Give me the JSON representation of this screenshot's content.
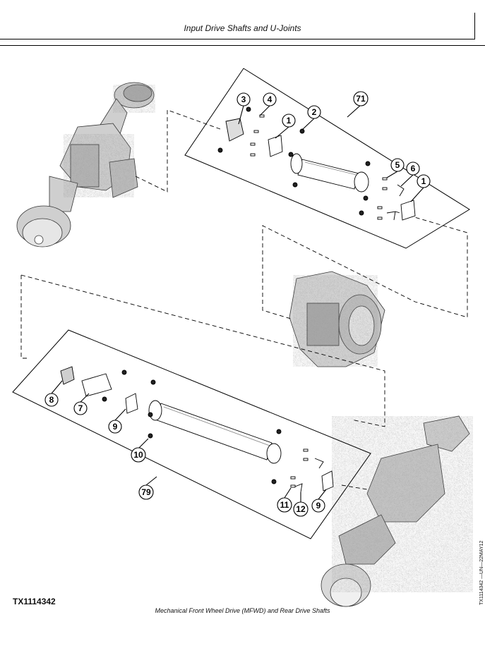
{
  "header": {
    "title": "Input Drive Shafts and U-Joints"
  },
  "figure": {
    "code": "TX1114342",
    "caption": "Mechanical Front Wheel Drive (MFWD) and Rear Drive Shafts",
    "side_code": "TX1114342 —UN—22MAY12",
    "callouts": [
      "3",
      "4",
      "1",
      "2",
      "71",
      "5",
      "6",
      "1",
      "8",
      "7",
      "9",
      "10",
      "79",
      "11",
      "12",
      "9"
    ]
  }
}
